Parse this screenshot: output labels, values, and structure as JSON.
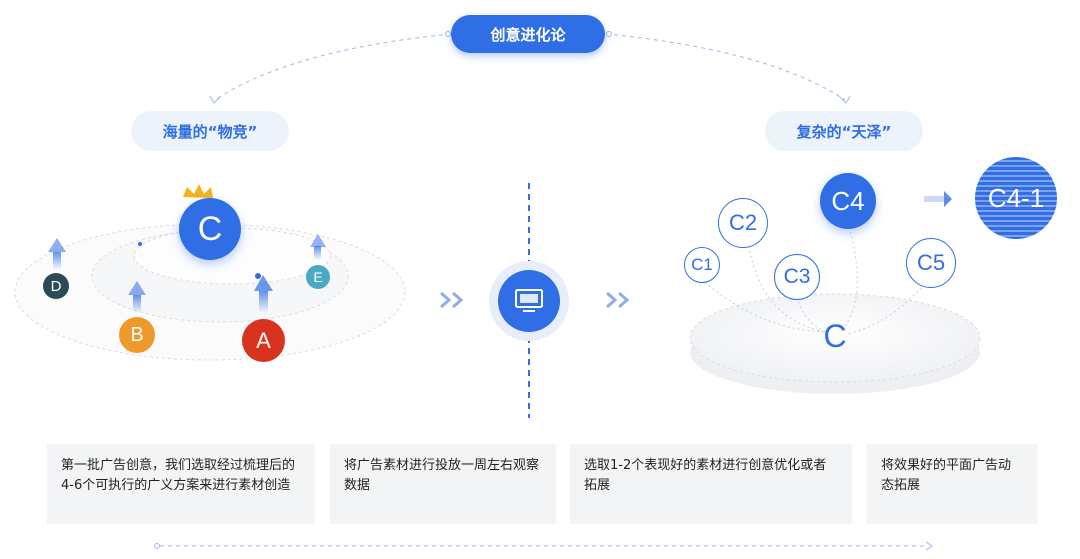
{
  "header": {
    "title": "创意进化论"
  },
  "left": {
    "title": "海量的“物竞”",
    "nodes": {
      "c": "C",
      "a": "A",
      "b": "B",
      "d": "D",
      "e": "E"
    }
  },
  "right": {
    "title": "复杂的“天泽”",
    "nodes": {
      "c1": "C1",
      "c2": "C2",
      "c3": "C3",
      "c4": "C4",
      "c5": "C5",
      "c": "C",
      "c41": "C4-1"
    }
  },
  "cards": [
    {
      "text": "第一批广告创意，我们选取经过梳理后的4-6个可执行的广义方案来进行素材创造"
    },
    {
      "text": "将广告素材进行投放一周左右观察数据"
    },
    {
      "text": "选取1-2个表现好的素材进行创意优化或者拓展"
    },
    {
      "text": "将效果好的平面广告动态拓展"
    }
  ],
  "colors": {
    "primary": "#2f6ee5",
    "c_node": "#2f6ee5",
    "a_node": "#d8331f",
    "b_node": "#ee9a2a",
    "d_node": "#2d4b57",
    "e_node": "#4aa8c2",
    "crown": "#f5b21c"
  },
  "icons": {
    "center": "monitor-icon",
    "arrow": "double-chevron-right-icon",
    "crown": "crown-icon"
  }
}
